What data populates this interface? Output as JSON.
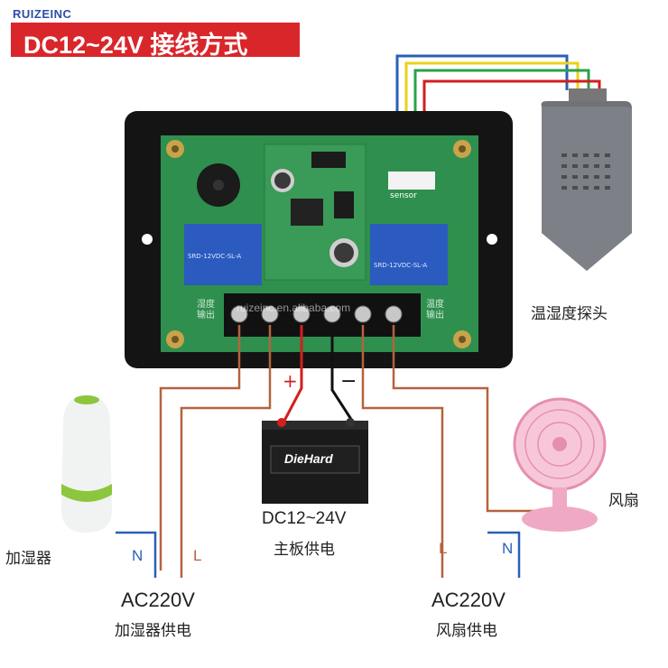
{
  "brand": "RUIZEINC",
  "title": "DC12~24V 接线方式",
  "watermark": "ruizeinc.en.alibaba.com",
  "sensor": {
    "board_label": "sensor",
    "caption": "温湿度探头"
  },
  "board": {
    "relay_left_text": "SRD-12VDC-SL-A",
    "relay_right_text": "SRD-12VDC-SL-A",
    "terminal_left_label": "湿度\n输出",
    "terminal_right_label": "温度\n输出"
  },
  "polarity": {
    "plus": "+",
    "minus": "−"
  },
  "battery": {
    "brand": "DieHard",
    "voltage": "DC12~24V",
    "caption": "主板供电"
  },
  "humidifier": {
    "caption": "加湿器",
    "n_label": "N",
    "l_label": "L",
    "supply_voltage": "AC220V",
    "supply_caption": "加湿器供电"
  },
  "fan": {
    "caption": "风扇",
    "l_label": "L",
    "n_label": "N",
    "supply_voltage": "AC220V",
    "supply_caption": "风扇供电"
  },
  "colors": {
    "title_bg": "#d9262b",
    "wire_brown": "#b5623e",
    "wire_blue": "#2a5fb8",
    "wire_black": "#111111",
    "wire_red": "#d21f1f",
    "wire_yellow": "#e8d21a",
    "wire_green": "#2aa24a",
    "pcb_green": "#2f8f4e"
  }
}
